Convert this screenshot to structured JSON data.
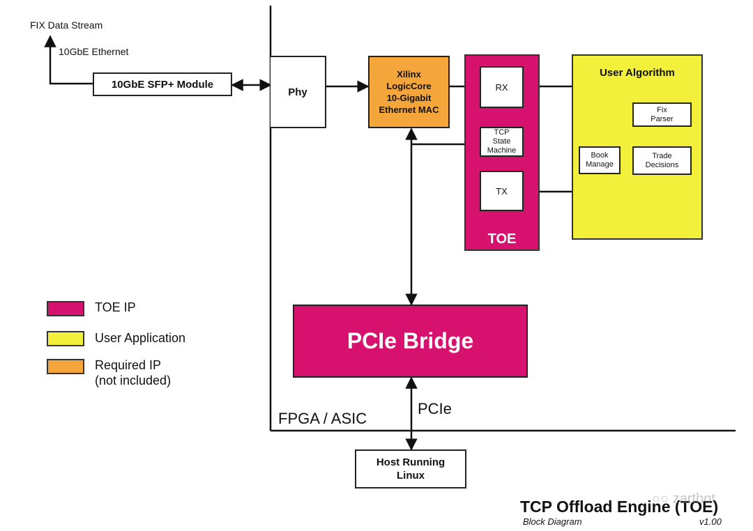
{
  "labels": {
    "fix_stream": "FIX Data Stream",
    "ethernet": "10GbE Ethernet",
    "fpga": "FPGA / ASIC",
    "pcie_link": "PCIe"
  },
  "blocks": {
    "sfp": "10GbE SFP+ Module",
    "phy": "Phy",
    "mac": "Xilinx\nLogicCore\n10-Gigabit\nEthernet MAC",
    "toe_title": "TOE",
    "rx": "RX",
    "tcp_sm": "TCP\nState\nMachine",
    "tx": "TX",
    "user_algo_title": "User Algorithm",
    "fix_parser": "Fix\nParser",
    "book_manage": "Book\nManage",
    "trade_decisions": "Trade\nDecisions",
    "pcie_bridge": "PCIe Bridge",
    "host": "Host Running\nLinux"
  },
  "legend": [
    {
      "label": "TOE IP",
      "color": "#d6126e"
    },
    {
      "label": "User Application",
      "color": "#f2f03a"
    },
    {
      "label": "Required IP\n(not included)",
      "color": "#f5a63a"
    }
  ],
  "colors": {
    "toe": "#d6126e",
    "user": "#f2f03a",
    "required": "#f5a63a"
  },
  "footer": {
    "title": "TCP Offload Engine (TOE)",
    "subtitle": "Block Diagram",
    "version": "v1.00",
    "watermark": "zartbot"
  }
}
